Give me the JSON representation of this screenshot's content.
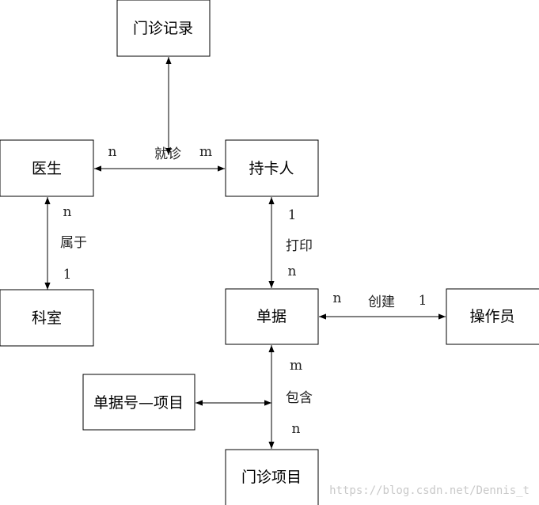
{
  "entities": {
    "outpatient_record": "门诊记录",
    "doctor": "医生",
    "cardholder": "持卡人",
    "department": "科室",
    "receipt": "单据",
    "operator": "操作员",
    "receipt_item": "单据号—项目",
    "outpatient_item": "门诊项目"
  },
  "relations": {
    "visit": {
      "label": "就诊",
      "left": "n",
      "right": "m"
    },
    "belongs": {
      "label": "属于",
      "top": "n",
      "bottom": "1"
    },
    "print": {
      "label": "打印",
      "top": "1",
      "bottom": "n"
    },
    "create": {
      "label": "创建",
      "left": "n",
      "right": "1"
    },
    "contain": {
      "label": "包含",
      "top": "m",
      "bottom": "n"
    }
  },
  "watermark": "https://blog.csdn.net/Dennis_t"
}
